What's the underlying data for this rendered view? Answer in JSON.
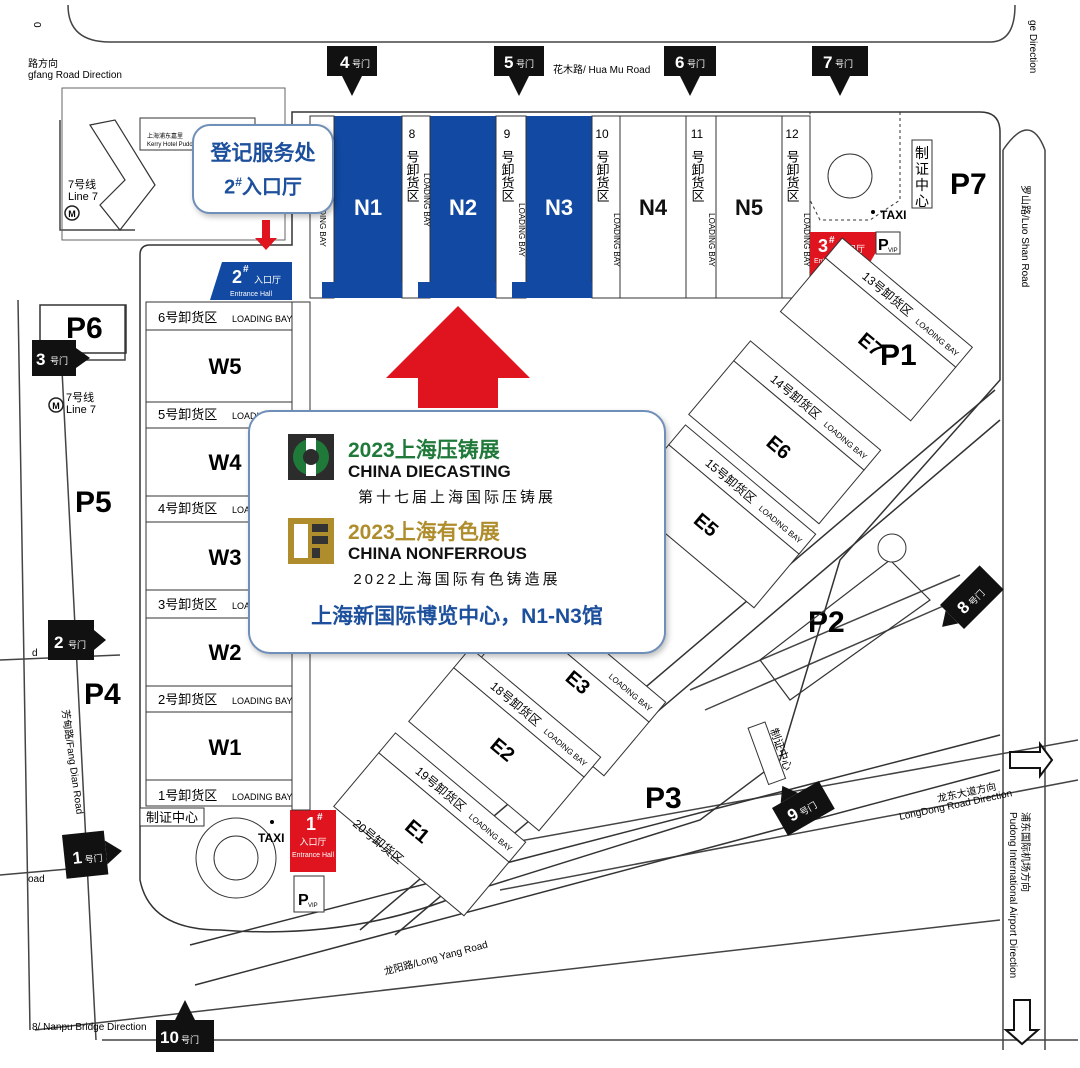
{
  "colors": {
    "blue_hall": "#1149a3",
    "red_entrance": "#e0141e",
    "gate_black": "#111111",
    "road_line": "#333333",
    "callout_border": "#6f8fb8",
    "diecasting_green": "#1f7a3a",
    "nonferrous_gold": "#b08d2c",
    "venue_blue": "#1c4f9c"
  },
  "gates": [
    {
      "num": "4",
      "unit": "号门"
    },
    {
      "num": "5",
      "unit": "号门"
    },
    {
      "num": "6",
      "unit": "号门"
    },
    {
      "num": "7",
      "unit": "号门"
    },
    {
      "num": "3",
      "unit": "号门"
    },
    {
      "num": "2",
      "unit": "号门"
    },
    {
      "num": "1",
      "unit": "号门"
    },
    {
      "num": "10",
      "unit": "号门"
    },
    {
      "num": "8",
      "unit": "号门"
    },
    {
      "num": "9",
      "unit": "号门"
    }
  ],
  "roads": {
    "hua_mu": "花木路/ Hua Mu Road",
    "fangfang_cn": "路方向",
    "fangfang_en": "gfang Road Direction",
    "luo_shan": "罗山路/Luo Shan Road",
    "fang_dian": "芳甸路/Fang Dian Road",
    "long_yang": "龙阳路/Long Yang Road",
    "nanpu": "8/ Nanpu Bridge Direction",
    "longdong_cn": "龙东大道方向",
    "longdong_en": "LongDong Road Direction",
    "airport_cn": "浦东国际机场方向",
    "airport_en": "Pudong International Airport Direction",
    "top_right": "ge Direction",
    "top_left_frag": "0",
    "left_road_frag": "d",
    "left_road_frag2": "oad"
  },
  "line7": {
    "cn": "7号线",
    "en": "Line 7"
  },
  "kerry_hotel": {
    "cn": "上海浦东嘉里",
    "en": "Kerry Hotel Pudon"
  },
  "halls_north": [
    {
      "name": "N1",
      "highlight": true
    },
    {
      "name": "N2",
      "highlight": true
    },
    {
      "name": "N3",
      "highlight": true
    },
    {
      "name": "N4",
      "highlight": false
    },
    {
      "name": "N5",
      "highlight": false
    }
  ],
  "north_bays": [
    {
      "num": "8",
      "label": "号卸货区",
      "en": "LOADING BAY"
    },
    {
      "num": "9",
      "label": "号卸货区",
      "en": "LOADING BAY"
    },
    {
      "num": "10",
      "label": "号卸货区",
      "en": "LOADING BAY"
    },
    {
      "num": "11",
      "label": "号卸货区",
      "en": "LOADING BAY"
    },
    {
      "num": "12",
      "label": "号卸货区",
      "en": "LOADING BAY"
    }
  ],
  "bay_en": "LOADING BAY",
  "halls_west": [
    "W5",
    "W4",
    "W3",
    "W2",
    "W1"
  ],
  "west_bays": [
    "6号卸货区",
    "5号卸货区",
    "4号卸货区",
    "3号卸货区",
    "2号卸货区",
    "1号卸货区"
  ],
  "halls_east": [
    "E7",
    "E6",
    "E5",
    "E3",
    "E2",
    "E1"
  ],
  "east_bays": [
    "13号卸货区",
    "14号卸货区",
    "15号卸货区",
    "18号卸货区",
    "19号卸货区",
    "20号卸货区"
  ],
  "parking": [
    "P1",
    "P2",
    "P3",
    "P4",
    "P5",
    "P6",
    "P7"
  ],
  "badge_center": "制证中心",
  "badge_center_vertical": [
    "制",
    "证",
    "中",
    "心"
  ],
  "badge_center_se": "制证中心",
  "taxi": "TAXI",
  "parking_vip": {
    "p": "P",
    "vip": "VIP"
  },
  "entrances": [
    {
      "num": "1",
      "sup": "#",
      "cn": "入口厅",
      "en": "Entrance Hall"
    },
    {
      "num": "2",
      "sup": "#",
      "cn": "入口厅",
      "en": "Entrance Hall"
    },
    {
      "num": "3",
      "sup": "#",
      "cn": "入口厅",
      "en": "Entrance Hall"
    }
  ],
  "registration": {
    "line1": "登记服务处",
    "line2": "2",
    "sup": "#",
    "line2_rest": "入口厅"
  },
  "expo": {
    "diecasting_cn": "2023上海压铸展",
    "diecasting_en": "CHINA DIECASTING",
    "diecasting_sub": "第十七届上海国际压铸展",
    "nonferrous_cn": "2023上海有色展",
    "nonferrous_en": "CHINA NONFERROUS",
    "nonferrous_sub": "2022上海国际有色铸造展",
    "venue": "上海新国际博览中心，N1-N3馆"
  }
}
